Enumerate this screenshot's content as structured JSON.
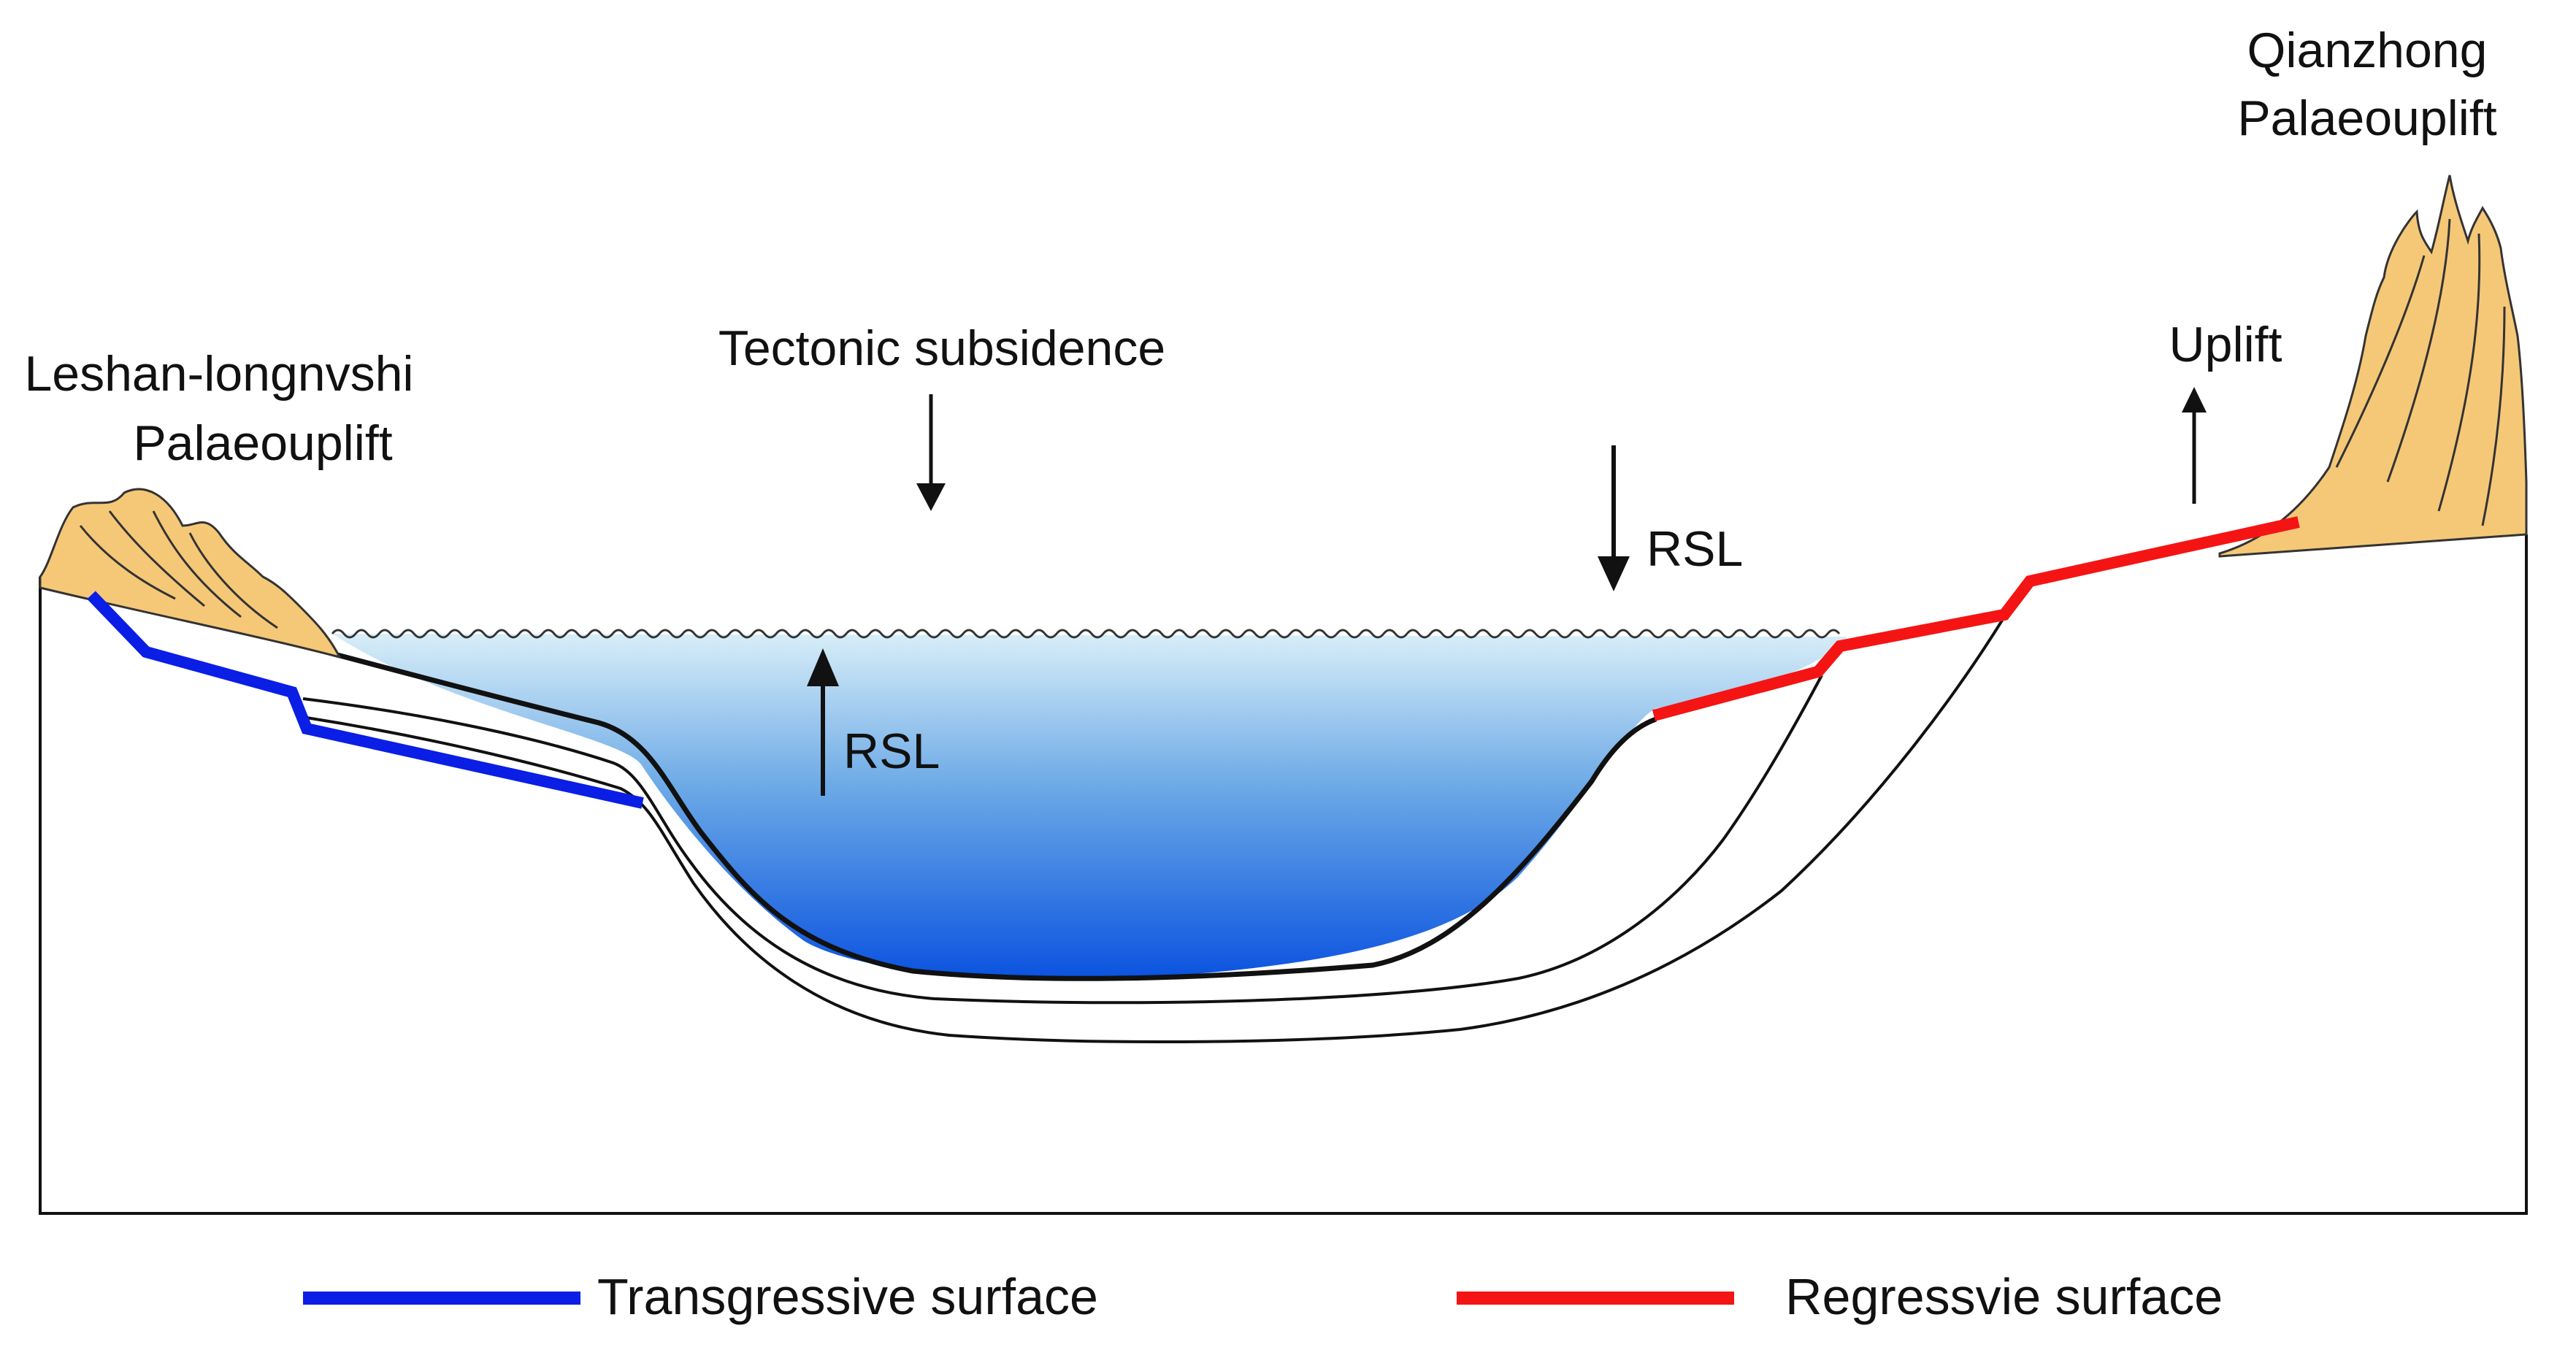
{
  "labels": {
    "left_uplift_line1": "Leshan-longnvshi",
    "left_uplift_line2": "Palaeouplift",
    "right_uplift_line1": "Qianzhong",
    "right_uplift_line2": "Palaeouplift",
    "tectonic_subsidence": "Tectonic subsidence",
    "rsl_fall": "RSL",
    "rsl_rise": "RSL",
    "uplift": "Uplift"
  },
  "legend": [
    {
      "label": "Transgressive surface",
      "color": "#0a1ee6"
    },
    {
      "label": "Regressvie surface",
      "color": "#f51414"
    }
  ],
  "colors": {
    "uplift_fill": "#f5c878",
    "water_top": "#d8eef8",
    "water_bottom": "#0a52e0",
    "outline": "#111111"
  }
}
